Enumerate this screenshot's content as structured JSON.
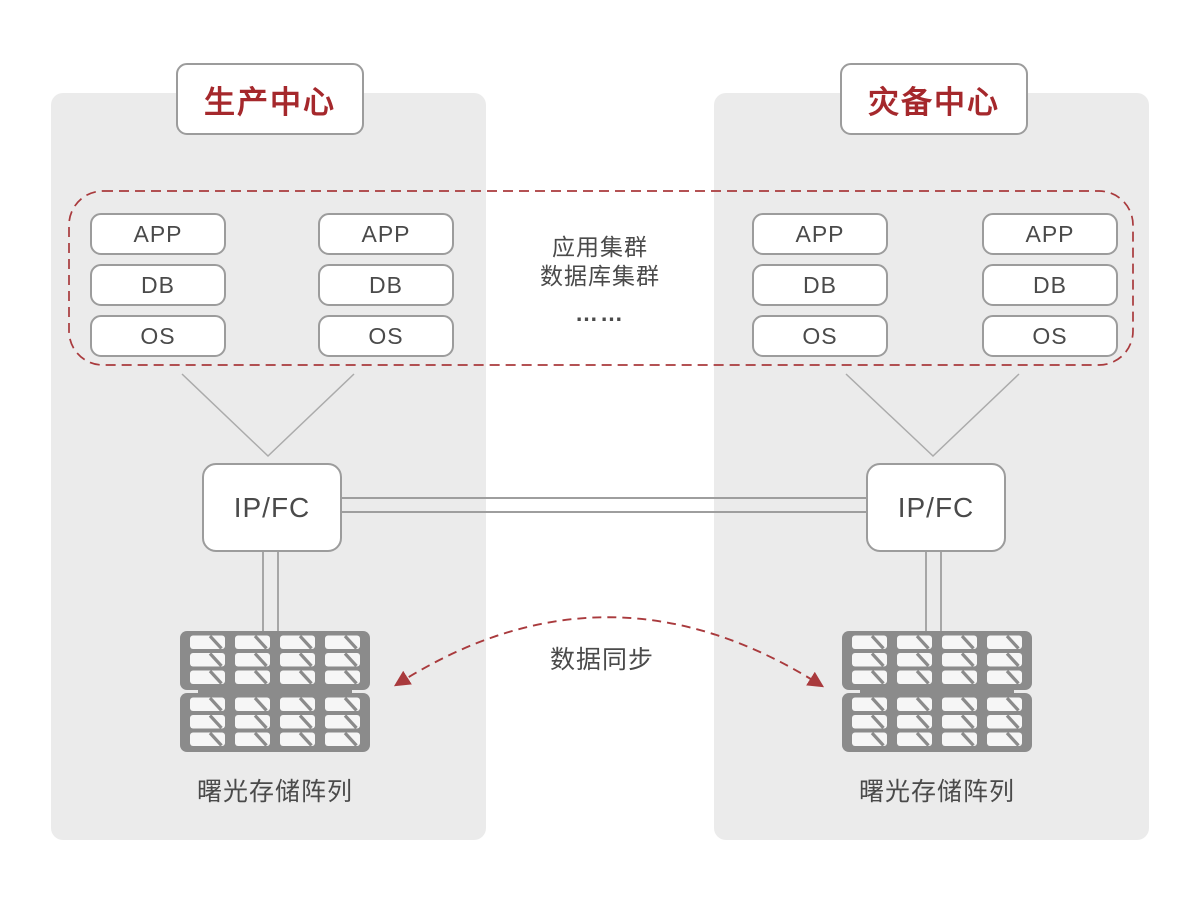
{
  "colors": {
    "title_red": "#a5282c",
    "dashed_red": "#a93a3d",
    "panel_gray": "#ebebeb",
    "node_border_gray": "#9c9c9c",
    "connector_gray": "#a3a3a3",
    "storage_gray": "#8b8b8b",
    "text_gray": "#4a4a4a"
  },
  "production": {
    "title": "生产中心",
    "stacks": [
      [
        "APP",
        "DB",
        "OS"
      ],
      [
        "APP",
        "DB",
        "OS"
      ]
    ],
    "switch": "IP/FC",
    "storage": "曙光存储阵列"
  },
  "recovery": {
    "title": "灾备中心",
    "stacks": [
      [
        "APP",
        "DB",
        "OS"
      ],
      [
        "APP",
        "DB",
        "OS"
      ]
    ],
    "switch": "IP/FC",
    "storage": "曙光存储阵列"
  },
  "cluster_note": {
    "line1": "应用集群",
    "line2": "数据库集群",
    "ellipsis": "……"
  },
  "sync_label": "数据同步"
}
